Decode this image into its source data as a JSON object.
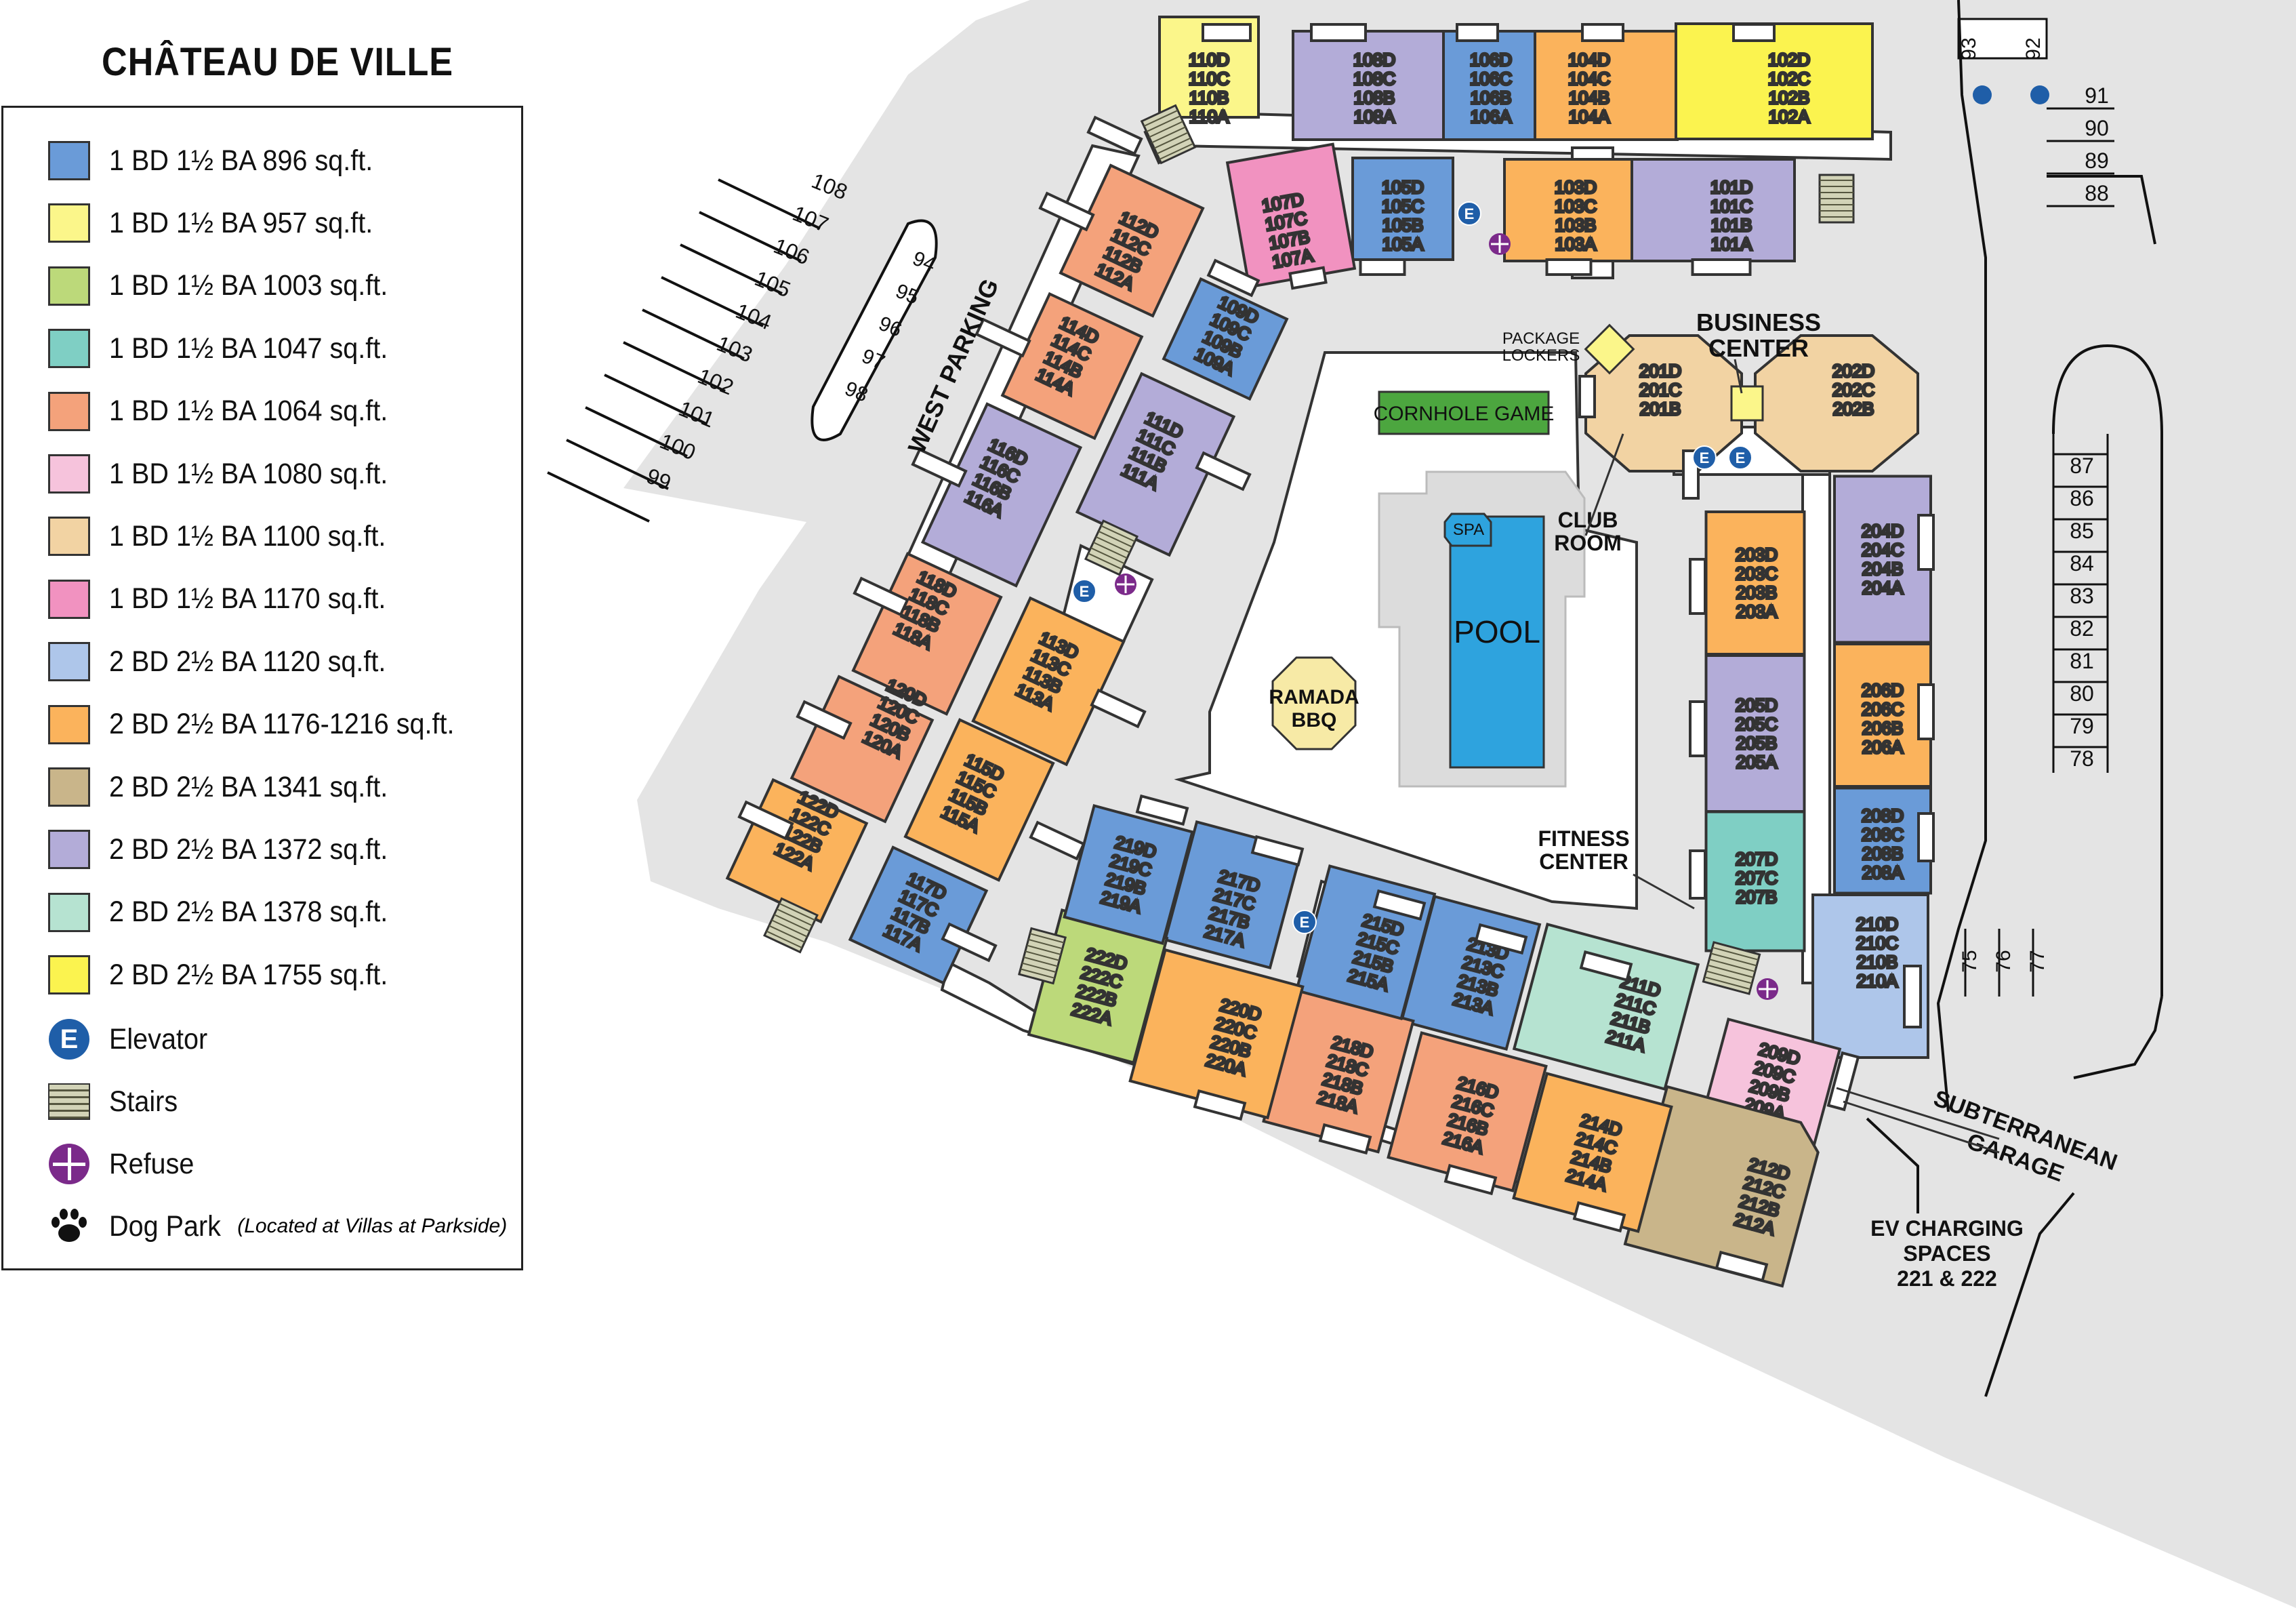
{
  "title": "CHÂTEAU DE VILLE",
  "colors": {
    "ground": "#e4e4e4",
    "courtyard": "#ffffff",
    "corridor": "#ffffff",
    "pool": "#2ea3de",
    "spa": "#2ea3de",
    "pool_deck": "#dcdcdc",
    "cornhole": "#4ca63f",
    "ramada": "#f7eaa6",
    "elevator": "#1f5ea8",
    "refuse": "#7b2a8a",
    "stairs": "#d2d3b7"
  },
  "legend": [
    {
      "label": "1 BD 1½ BA 896 sq.ft.",
      "color": "#6a9bd8"
    },
    {
      "label": "1 BD 1½ BA 957 sq.ft.",
      "color": "#fbf68a"
    },
    {
      "label": "1 BD 1½ BA 1003 sq.ft.",
      "color": "#bcd97a"
    },
    {
      "label": "1 BD 1½ BA 1047 sq.ft.",
      "color": "#7fcfc4"
    },
    {
      "label": "1 BD 1½ BA 1064 sq.ft.",
      "color": "#f4a27b"
    },
    {
      "label": "1 BD 1½ BA 1080 sq.ft.",
      "color": "#f6c3dc"
    },
    {
      "label": "1 BD 1½ BA 1100 sq.ft.",
      "color": "#f2d3a3"
    },
    {
      "label": "1 BD 1½ BA 1170 sq.ft.",
      "color": "#f192c0"
    },
    {
      "label": "2 BD 2½ BA 1120 sq.ft.",
      "color": "#aec6ea"
    },
    {
      "label": "2 BD 2½ BA 1176-1216 sq.ft.",
      "color": "#fbb35c"
    },
    {
      "label": "2 BD 2½ BA 1341 sq.ft.",
      "color": "#c9b58a"
    },
    {
      "label": "2 BD 2½ BA 1372 sq.ft.",
      "color": "#b3acd8"
    },
    {
      "label": "2 BD 2½ BA 1378 sq.ft.",
      "color": "#b6e3d1"
    },
    {
      "label": "2 BD 2½ BA 1755 sq.ft.",
      "color": "#fbf34f"
    }
  ],
  "legend_icons": {
    "elevator_label": "Elevator",
    "elevator_symbol": "E",
    "stairs_label": "Stairs",
    "refuse_label": "Refuse",
    "dog_park_label": "Dog Park",
    "dog_park_note": "(Located at Villas at Parkside)"
  },
  "labels": {
    "west_parking": "WEST PARKING",
    "business_center": [
      "BUSINESS",
      "CENTER"
    ],
    "package_lockers": [
      "PACKAGE",
      "LOCKERS"
    ],
    "club_room": [
      "CLUB",
      "ROOM"
    ],
    "fitness_center": [
      "FITNESS",
      "CENTER"
    ],
    "cornhole": "CORNHOLE GAME",
    "spa": "SPA",
    "pool": "POOL",
    "ramada": [
      "RAMADA",
      "BBQ"
    ],
    "subterranean_garage": [
      "SUBTERRANEAN",
      "GARAGE"
    ],
    "ev_charging": [
      "EV CHARGING",
      "SPACES",
      "221 & 222"
    ]
  },
  "parking": {
    "west_rows": [
      "108",
      "107",
      "106",
      "105",
      "104",
      "103",
      "102",
      "101",
      "100",
      "99"
    ],
    "west_pod": [
      "94",
      "95",
      "96",
      "97",
      "98"
    ],
    "top_right_handicap": [
      "93",
      "92"
    ],
    "top_right_column": [
      "91",
      "90",
      "89",
      "88"
    ],
    "right_column": [
      "87",
      "86",
      "85",
      "84",
      "83",
      "82",
      "81",
      "80",
      "79",
      "78"
    ],
    "bottom_right": [
      "75",
      "76",
      "77"
    ]
  },
  "units": [
    {
      "id": "110",
      "color": "#fbf68a"
    },
    {
      "id": "108",
      "color": "#b3acd8"
    },
    {
      "id": "106",
      "color": "#6a9bd8"
    },
    {
      "id": "104",
      "color": "#fbb35c"
    },
    {
      "id": "102",
      "color": "#fbf34f"
    },
    {
      "id": "105",
      "color": "#6a9bd8"
    },
    {
      "id": "107",
      "color": "#f192c0"
    },
    {
      "id": "103",
      "color": "#fbb35c"
    },
    {
      "id": "101",
      "color": "#b3acd8"
    },
    {
      "id": "112",
      "color": "#f4a27b"
    },
    {
      "id": "114",
      "color": "#f4a27b"
    },
    {
      "id": "116",
      "color": "#b3acd8"
    },
    {
      "id": "118",
      "color": "#f4a27b"
    },
    {
      "id": "120",
      "color": "#f4a27b"
    },
    {
      "id": "122",
      "color": "#fbb35c"
    },
    {
      "id": "109",
      "color": "#6a9bd8"
    },
    {
      "id": "111",
      "color": "#b3acd8"
    },
    {
      "id": "113",
      "color": "#fbb35c"
    },
    {
      "id": "115",
      "color": "#fbb35c"
    },
    {
      "id": "117",
      "color": "#6a9bd8"
    },
    {
      "id": "201",
      "color": "#f2d3a3",
      "floors": "DCB"
    },
    {
      "id": "202",
      "color": "#f2d3a3",
      "floors": "DCB"
    },
    {
      "id": "203",
      "color": "#fbb35c"
    },
    {
      "id": "204",
      "color": "#b3acd8"
    },
    {
      "id": "205",
      "color": "#b3acd8"
    },
    {
      "id": "206",
      "color": "#fbb35c"
    },
    {
      "id": "207",
      "color": "#7fcfc4",
      "floors": "DCB"
    },
    {
      "id": "208",
      "color": "#6a9bd8"
    },
    {
      "id": "210",
      "color": "#aec6ea"
    },
    {
      "id": "209",
      "color": "#f6c3dc"
    },
    {
      "id": "212",
      "color": "#c9b58a"
    },
    {
      "id": "214",
      "color": "#fbb35c"
    },
    {
      "id": "211",
      "color": "#b6e3d1"
    },
    {
      "id": "216",
      "color": "#f4a27b"
    },
    {
      "id": "213",
      "color": "#6a9bd8"
    },
    {
      "id": "218",
      "color": "#f4a27b"
    },
    {
      "id": "215",
      "color": "#6a9bd8"
    },
    {
      "id": "220",
      "color": "#fbb35c"
    },
    {
      "id": "217",
      "color": "#6a9bd8"
    },
    {
      "id": "222",
      "color": "#bcd97a"
    },
    {
      "id": "219",
      "color": "#6a9bd8"
    }
  ]
}
